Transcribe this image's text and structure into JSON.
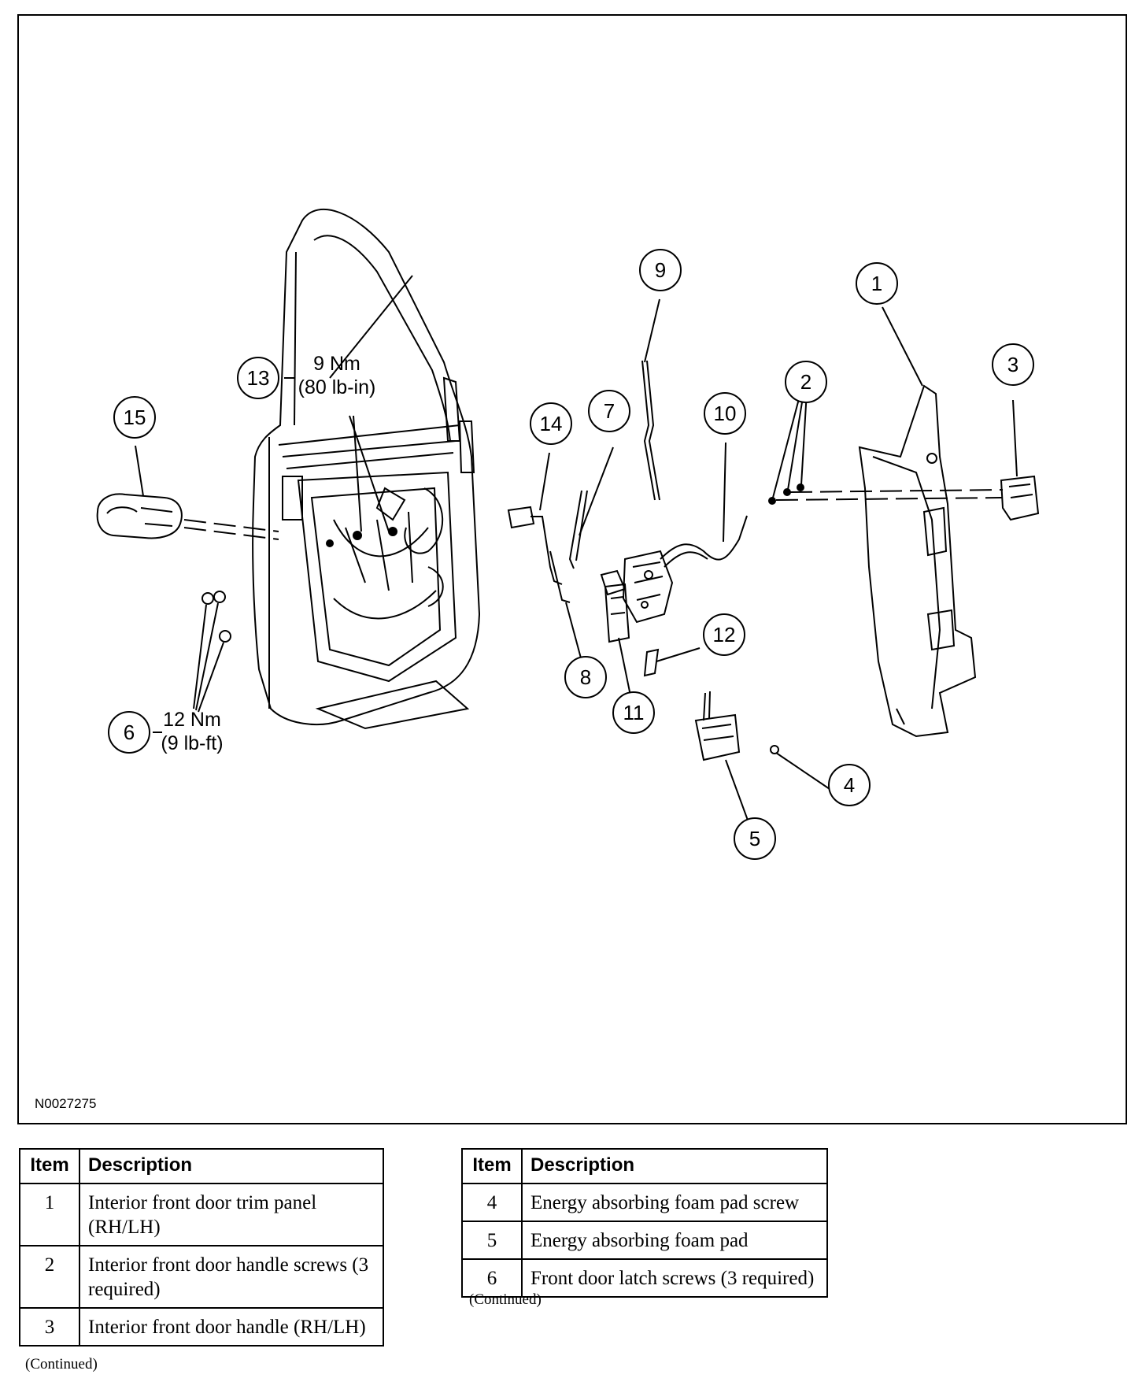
{
  "figure": {
    "id": "N0027275",
    "torque_upper": {
      "callout": "13",
      "value": "9 Nm",
      "alt": "(80 lb-in)"
    },
    "torque_lower": {
      "callout": "6",
      "value": "12 Nm",
      "alt": "(9 lb-ft)"
    },
    "callouts": [
      "1",
      "2",
      "3",
      "4",
      "5",
      "7",
      "8",
      "9",
      "10",
      "11",
      "12",
      "14",
      "15"
    ]
  },
  "tables": {
    "headers": {
      "item": "Item",
      "description": "Description"
    },
    "left": [
      {
        "item": "1",
        "description": "Interior front door trim panel (RH/LH)"
      },
      {
        "item": "2",
        "description": "Interior front door handle screws (3 required)"
      },
      {
        "item": "3",
        "description": "Interior front door handle (RH/LH)"
      }
    ],
    "right": [
      {
        "item": "4",
        "description": "Energy absorbing foam pad screw"
      },
      {
        "item": "5",
        "description": "Energy absorbing foam pad"
      },
      {
        "item": "6",
        "description": "Front door latch screws (3 required)"
      }
    ],
    "continued": "(Continued)"
  }
}
